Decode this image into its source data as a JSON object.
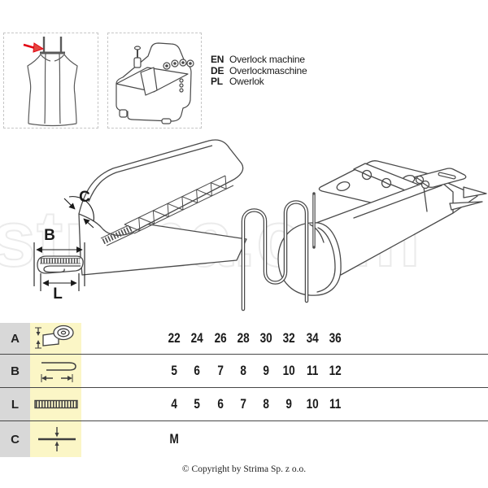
{
  "header": {
    "languages": [
      {
        "code": "EN",
        "label": "Overlock machine"
      },
      {
        "code": "DE",
        "label": "Overlockmaschine"
      },
      {
        "code": "PL",
        "label": "Owerlok"
      }
    ]
  },
  "watermark": "strima.com",
  "diagram": {
    "labels": {
      "b": "B",
      "l": "L",
      "c": "C"
    }
  },
  "table": {
    "rows": [
      {
        "key": "A",
        "icon": "tape-roll-width-icon",
        "values": [
          "22",
          "24",
          "26",
          "28",
          "30",
          "32",
          "34",
          "36"
        ]
      },
      {
        "key": "B",
        "icon": "folded-tape-width-icon",
        "values": [
          "5",
          "6",
          "7",
          "8",
          "9",
          "10",
          "11",
          "12"
        ]
      },
      {
        "key": "L",
        "icon": "finished-binding-icon",
        "values": [
          "4",
          "5",
          "6",
          "7",
          "8",
          "9",
          "10",
          "11"
        ]
      },
      {
        "key": "C",
        "icon": "material-thickness-icon",
        "values": [
          "M"
        ]
      }
    ]
  },
  "footer": {
    "copyright": "© Copyright by Strima Sp. z o.o."
  },
  "colors": {
    "accent_red": "#e30613",
    "row_header_bg": "#d8d8d8",
    "icon_col_bg": "#fbf6c6",
    "line": "#4a4a4a"
  }
}
